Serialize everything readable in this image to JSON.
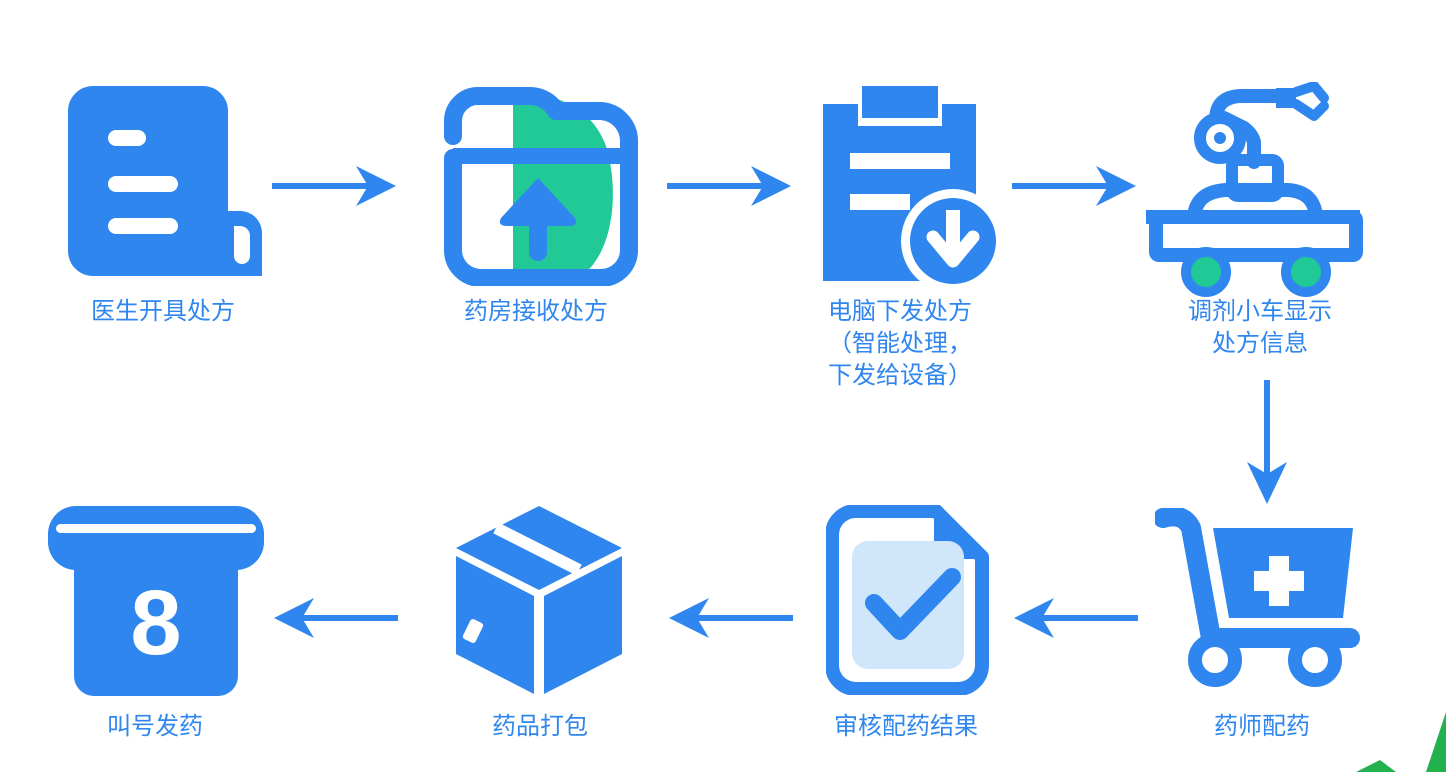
{
  "colors": {
    "primary": "#2f86ee",
    "accent": "#21c997",
    "light": "#cfe6fb",
    "white": "#ffffff"
  },
  "steps": [
    {
      "id": "doctor-prescribe",
      "icon": "document-scroll-icon",
      "label_lines": [
        "医生开具处方"
      ]
    },
    {
      "id": "pharmacy-receive",
      "icon": "folder-upload-icon",
      "label_lines": [
        "药房接收处方"
      ]
    },
    {
      "id": "computer-dispatch",
      "icon": "clipboard-download-icon",
      "label_lines": [
        "电脑下发处方",
        "（智能处理，",
        "下发给设备）"
      ]
    },
    {
      "id": "cart-display",
      "icon": "robot-cart-icon",
      "label_lines": [
        "调剂小车显示",
        "处方信息"
      ]
    },
    {
      "id": "pharmacist-dispense",
      "icon": "medical-cart-icon",
      "label_lines": [
        "药师配药"
      ]
    },
    {
      "id": "review-result",
      "icon": "file-check-icon",
      "label_lines": [
        "审核配药结果"
      ]
    },
    {
      "id": "package-medicine",
      "icon": "package-box-icon",
      "label_lines": [
        "药品打包"
      ]
    },
    {
      "id": "call-number",
      "icon": "ticket-number-icon",
      "label_lines": [
        "叫号发药"
      ],
      "ticket_number": "8"
    }
  ]
}
